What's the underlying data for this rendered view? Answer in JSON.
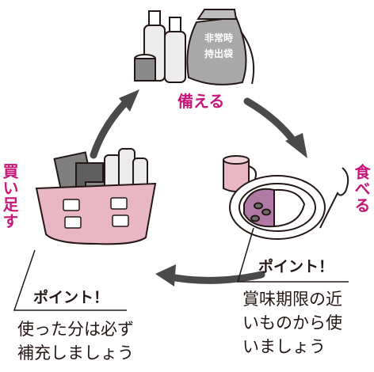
{
  "steps": {
    "prepare": "備える",
    "eat": "食べる",
    "buy": "買い足す"
  },
  "bag_label": {
    "line1": "非常時",
    "line2": "持出袋"
  },
  "left_tip": {
    "heading": "ポイント！",
    "line1": "使った分は必ず",
    "line2": "補充しましょう"
  },
  "right_tip": {
    "heading": "ポイント！",
    "line1": "賞味期限の近",
    "line2": "いものから使",
    "line3": "いましょう"
  },
  "colors": {
    "accent": "#c8157a",
    "basket": "#e8b6c4",
    "bag": "#a9a9a9",
    "bottle": "#e6e6e6",
    "arrow": "#4a4a4a",
    "line": "#231815"
  }
}
